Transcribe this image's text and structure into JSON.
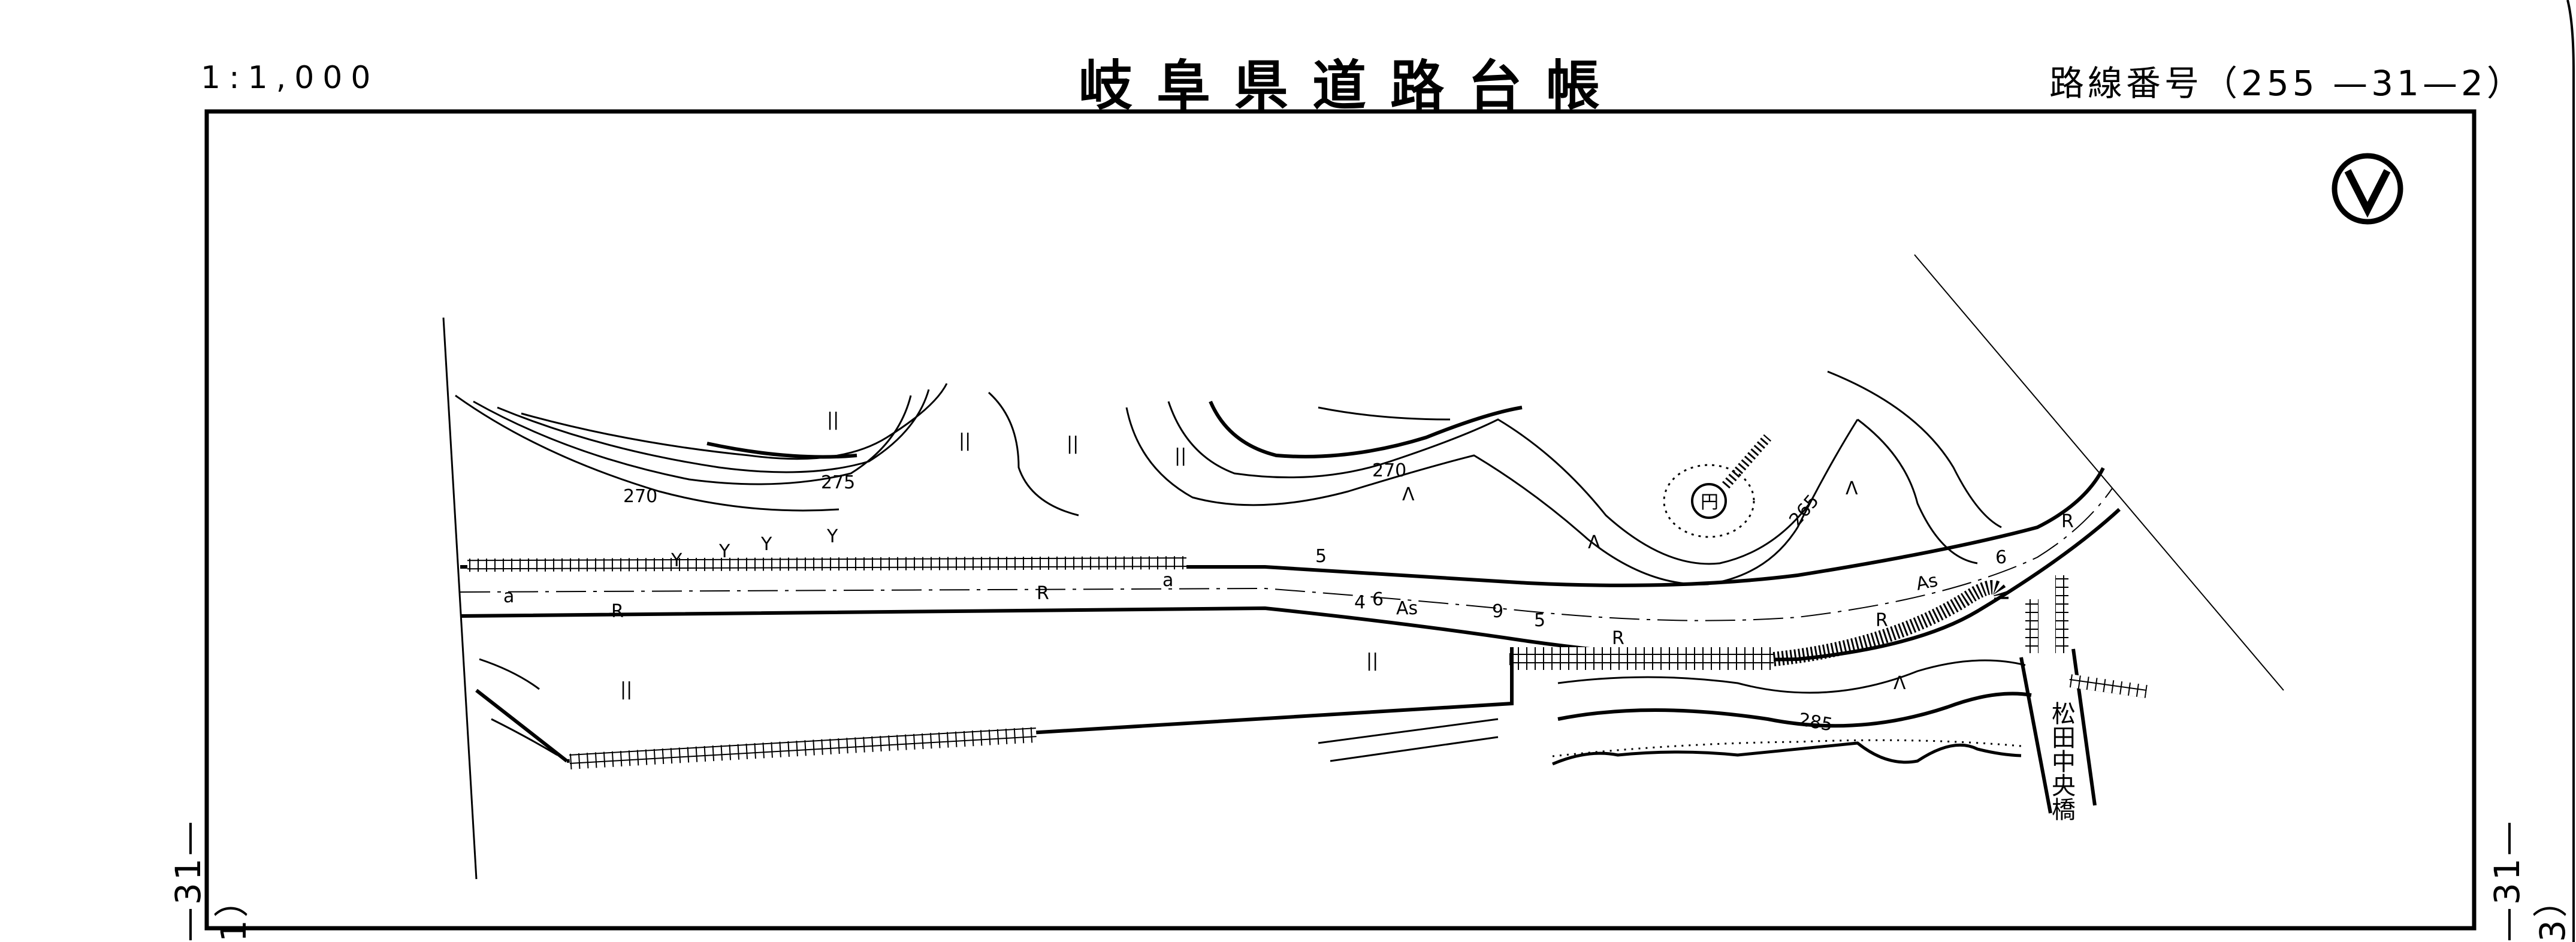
{
  "header": {
    "scale": "1:1,000",
    "title": "岐阜県道路台帳",
    "route_number": "路線番号（255 —31—2）"
  },
  "margins": {
    "left_adjacent_sheet": "—31—1）",
    "right_adjacent_sheet": "—31—3）"
  },
  "map": {
    "north_arrow": "north-arrow-icon",
    "bridge_name": "松田中央橋",
    "contour_labels": [
      "270",
      "275",
      "270",
      "265",
      "285"
    ],
    "road_labels": [
      "As",
      "As",
      "R",
      "R",
      "R",
      "R",
      "R",
      "a",
      "a",
      "5",
      "5",
      "6",
      "6",
      "9",
      "4"
    ],
    "land_use_symbols": [
      "||",
      "||",
      "||",
      "||",
      "||",
      "||",
      "Λ",
      "Λ",
      "Λ",
      "Λ",
      "Y",
      "Y",
      "Y",
      "Y"
    ],
    "shrine_symbol": "円"
  }
}
